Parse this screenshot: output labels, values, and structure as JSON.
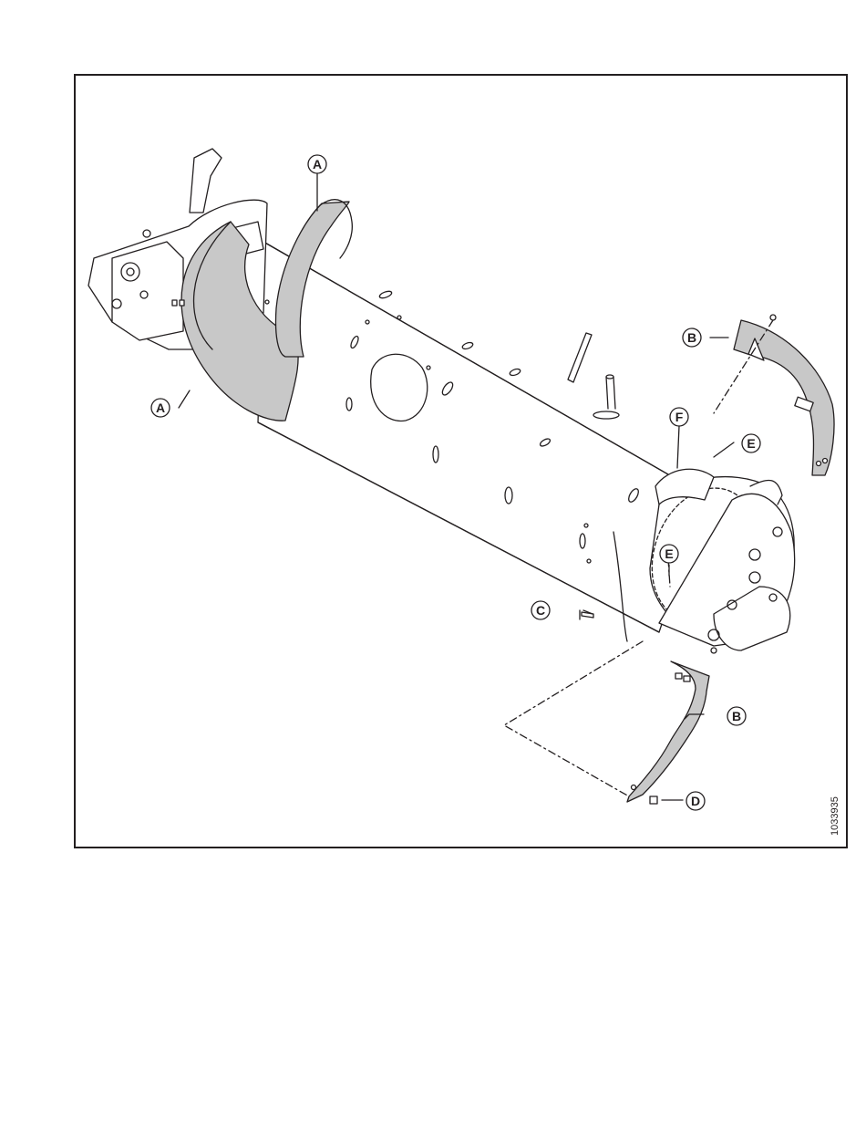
{
  "figure": {
    "figure_number": "1033935",
    "callouts": {
      "a_top": "A",
      "a_left": "A",
      "b_top": "B",
      "b_bottom": "B",
      "c": "C",
      "d": "D",
      "e_top": "E",
      "e_mid": "E",
      "f": "F"
    }
  },
  "colors": {
    "line": "#231f20",
    "shaded_part": "#c8c8c8",
    "paper": "#ffffff"
  }
}
